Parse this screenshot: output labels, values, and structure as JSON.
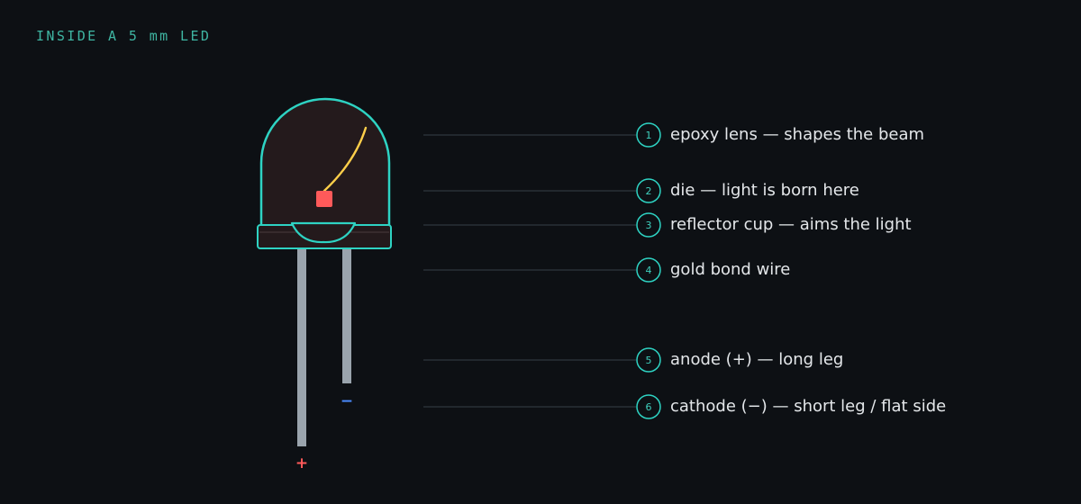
{
  "title": "INSIDE A 5 mm LED",
  "colors": {
    "background": "#0d1014",
    "title": "#3fb6a3",
    "outline": "#2ed3c3",
    "lens_fill": "#241a1c",
    "die": "#ff5a5a",
    "bond_wire": "#ffcf4a",
    "legs": "#9aa4ad",
    "leader_line": "#2a3036",
    "text": "#e4e7ea",
    "anode_sign": "#ff5a5a",
    "cathode_sign": "#4a8cff"
  },
  "callouts": [
    {
      "number": "1",
      "label": "epoxy lens — shapes the beam"
    },
    {
      "number": "2",
      "label": "die — light is born here"
    },
    {
      "number": "3",
      "label": "reflector cup — aims the light"
    },
    {
      "number": "4",
      "label": "gold bond wire"
    },
    {
      "number": "5",
      "label": "anode (+) — long leg"
    },
    {
      "number": "6",
      "label": "cathode (−) — short leg / flat side"
    }
  ],
  "polarity": {
    "anode": "+",
    "cathode": "−"
  }
}
